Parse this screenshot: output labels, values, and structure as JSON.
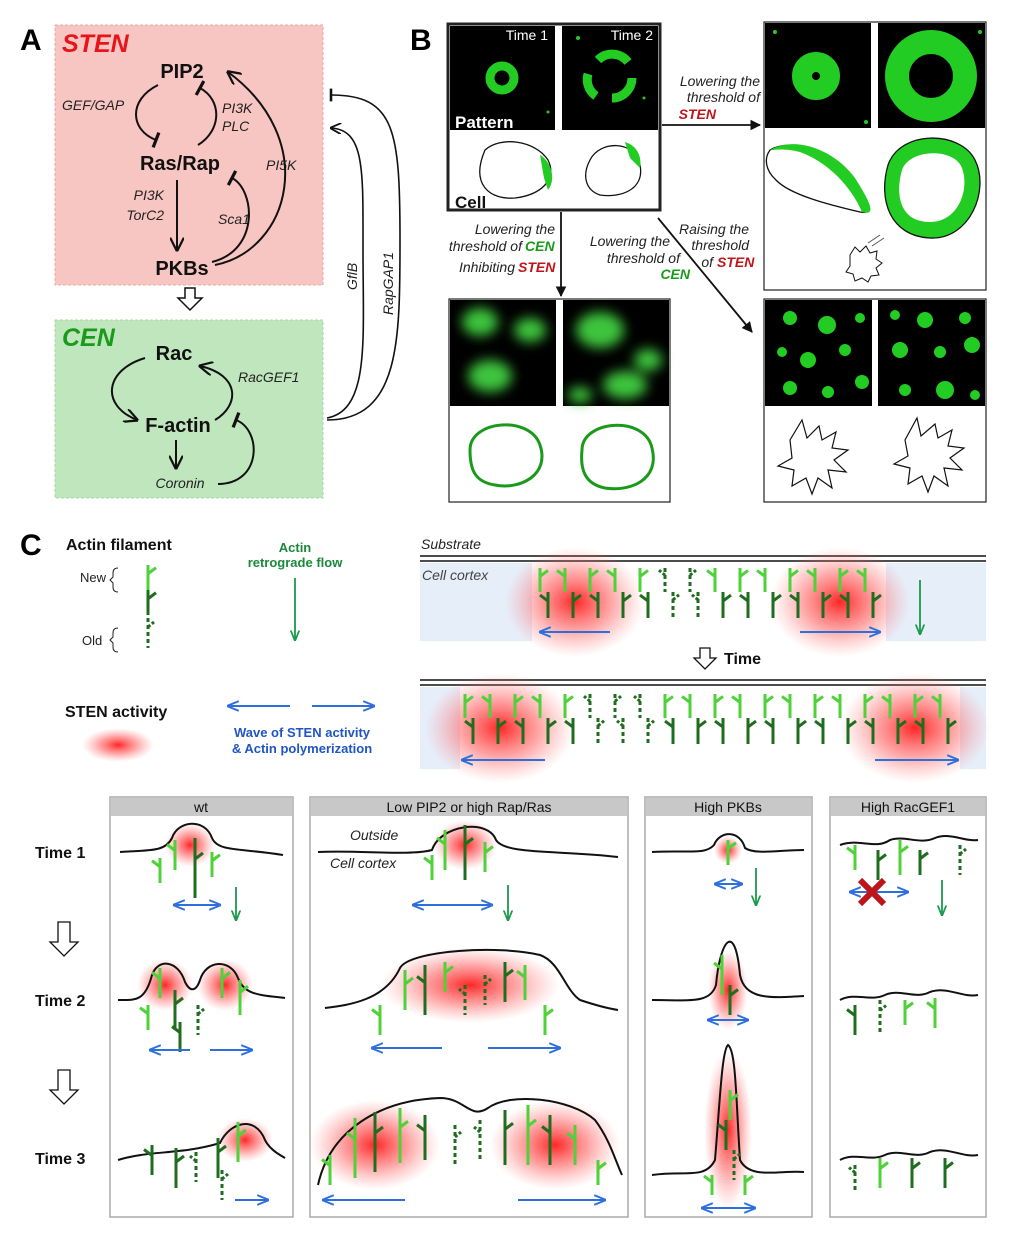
{
  "panel_a": {
    "label": "A",
    "sten": "STEN",
    "cen": "CEN",
    "nodes": {
      "pip2": "PIP2",
      "rasrap": "Ras/Rap",
      "pkbs": "PKBs",
      "rac": "Rac",
      "factin": "F-actin",
      "coronin": "Coronin"
    },
    "edges": {
      "gef_gap": "GEF/GAP",
      "pi3k_a": "PI3K",
      "plc": "PLC",
      "pi5k": "PI5K",
      "pi3k_b": "PI3K",
      "torc2": "TorC2",
      "sca1": "Sca1",
      "racgef1": "RacGEF1",
      "gflb": "GflB",
      "rapgap1": "RapGAP1"
    }
  },
  "panel_b": {
    "label": "B",
    "time1": "Time 1",
    "time2": "Time 2",
    "pattern": "Pattern",
    "cell": "Cell",
    "right": {
      "l1": "Lowering the",
      "l2": "threshold of",
      "l3": "STEN"
    },
    "down": {
      "l1": "Lowering the",
      "l2": "threshold of",
      "l2b": "CEN",
      "l3": "Inhibiting",
      "l3b": "STEN"
    },
    "diag_left": {
      "l1": "Lowering the",
      "l2": "threshold of",
      "l3": "CEN"
    },
    "diag_right": {
      "l1": "Raising the",
      "l2": "threshold",
      "l3": "of",
      "l3b": "STEN"
    }
  },
  "panel_c": {
    "label": "C",
    "actin_filament": "Actin filament",
    "new": "New",
    "old": "Old",
    "retro_1": "Actin",
    "retro_2": "retrograde flow",
    "sten_activity": "STEN activity",
    "wave_1": "Wave of STEN activity",
    "wave_2": "& Actin polymerization",
    "substrate": "Substrate",
    "cell_cortex": "Cell cortex",
    "time": "Time",
    "conditions": [
      "wt",
      "Low PIP2 or high Rap/Ras",
      "High PKBs",
      "High RacGEF1"
    ],
    "rows": [
      "Time 1",
      "Time 2",
      "Time 3"
    ],
    "outside": "Outside",
    "cortex2": "Cell cortex"
  },
  "colors": {
    "sten": "#e8141b",
    "cen": "#1a9a1a",
    "sten_box": "#f7c5c2",
    "cen_box": "#c0e6bd",
    "wave": "#2f6fdc",
    "actin_new": "#4fd13a",
    "actin_old": "#1f6d1f",
    "pattern_green": "#22cc22",
    "cortex": "#e6eefa",
    "inhibit_x": "#c0141b"
  }
}
